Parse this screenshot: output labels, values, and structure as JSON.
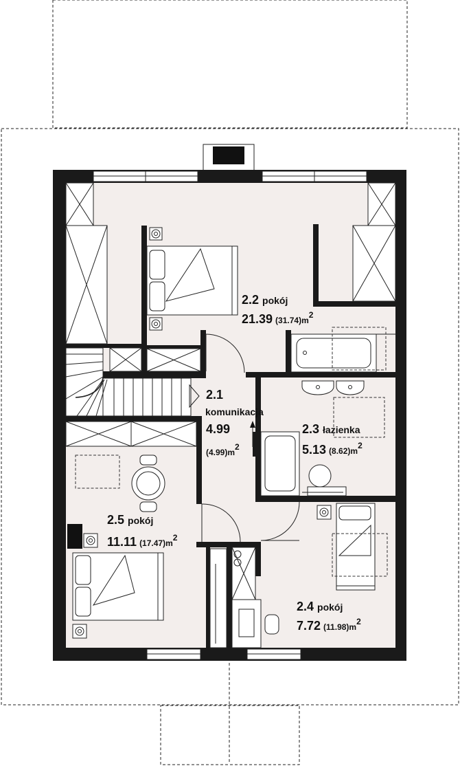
{
  "rooms": [
    {
      "number": "2.1",
      "name": "komunikacja",
      "area": "4.99",
      "gross": "(4.99)m",
      "sup": "2"
    },
    {
      "number": "2.2",
      "name": "pokój",
      "area": "21.39",
      "gross": "(31.74)m",
      "sup": "2"
    },
    {
      "number": "2.3",
      "name": "łazienka",
      "area": "5.13",
      "gross": "(8.62)m",
      "sup": "2"
    },
    {
      "number": "2.4",
      "name": "pokój",
      "area": "7.72",
      "gross": "(11.98)m",
      "sup": "2"
    },
    {
      "number": "2.5",
      "name": "pokój",
      "area": "11.11",
      "gross": "(17.47)m",
      "sup": "2"
    }
  ]
}
